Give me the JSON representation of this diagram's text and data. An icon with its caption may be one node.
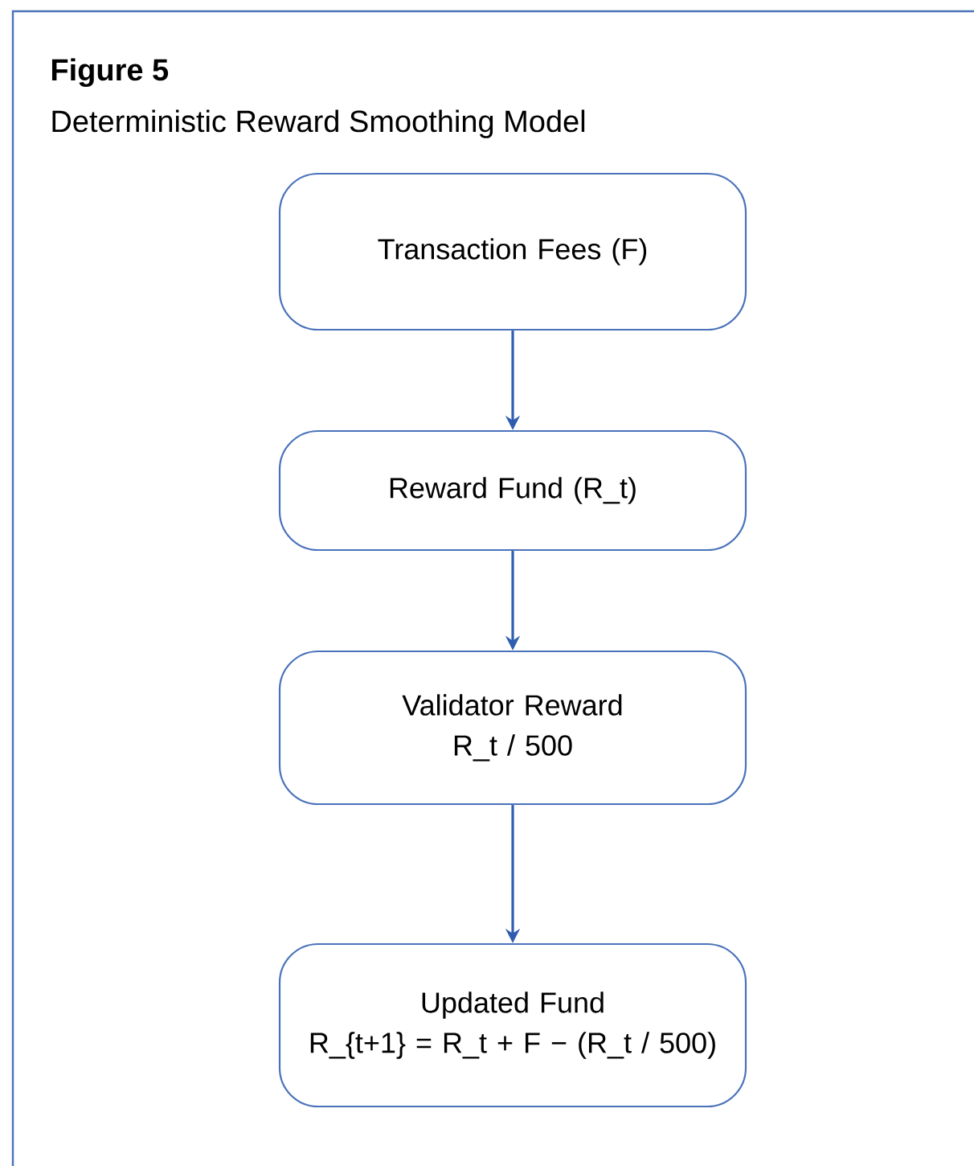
{
  "diagram": {
    "title": "Figure 5",
    "nodes": [
      {
        "text": [
          "Transaction Fees (F)"
        ]
      },
      {
        "text": [
          "Reward Fund (R_t)"
        ]
      },
      {
        "text": [
          "Validator Reward",
          "R_t / 500"
        ]
      },
      {
        "text": [
          "Updated Fund",
          "R_{t+1} = R_t + F − (R_t / 500)"
        ]
      }
    ],
    "edges": [
      {
        "from": 0,
        "to": 1,
        "arrow": "to"
      },
      {
        "from": 1,
        "to": 2,
        "arrow": "to"
      },
      {
        "from": 2,
        "to": 3,
        "arrow": "to"
      }
    ],
    "labels": [
      "Deterministic Reward Smoothing Model"
    ]
  }
}
